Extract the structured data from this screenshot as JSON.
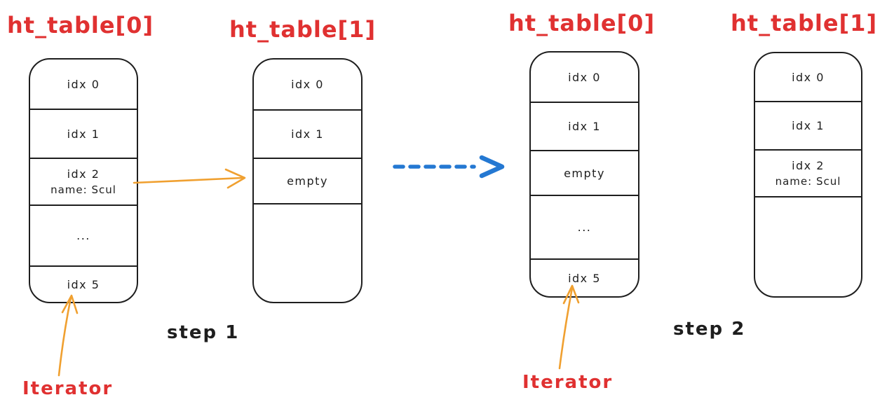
{
  "colors": {
    "red": "#e03131",
    "ink": "#1e1e1e",
    "orange": "#f0a030",
    "blue": "#2478d2",
    "background": "#ffffff"
  },
  "steps": [
    {
      "label": "step 1",
      "iterator_label": "Iterator",
      "tables": [
        {
          "title": "ht_table[0]",
          "cells": [
            [
              "idx 0"
            ],
            [
              "idx 1"
            ],
            [
              "idx 2",
              "name: Scul"
            ],
            [
              "..."
            ],
            [
              "idx 5"
            ]
          ]
        },
        {
          "title": "ht_table[1]",
          "cells": [
            [
              "idx 0"
            ],
            [
              "idx 1"
            ],
            [
              "empty"
            ],
            []
          ]
        }
      ]
    },
    {
      "label": "step 2",
      "iterator_label": "Iterator",
      "tables": [
        {
          "title": "ht_table[0]",
          "cells": [
            [
              "idx 0"
            ],
            [
              "idx 1"
            ],
            [
              "empty"
            ],
            [
              "..."
            ],
            [
              "idx 5"
            ]
          ]
        },
        {
          "title": "ht_table[1]",
          "cells": [
            [
              "idx 0"
            ],
            [
              "idx 1"
            ],
            [
              "idx 2",
              "name: Scul"
            ],
            []
          ]
        }
      ]
    }
  ]
}
